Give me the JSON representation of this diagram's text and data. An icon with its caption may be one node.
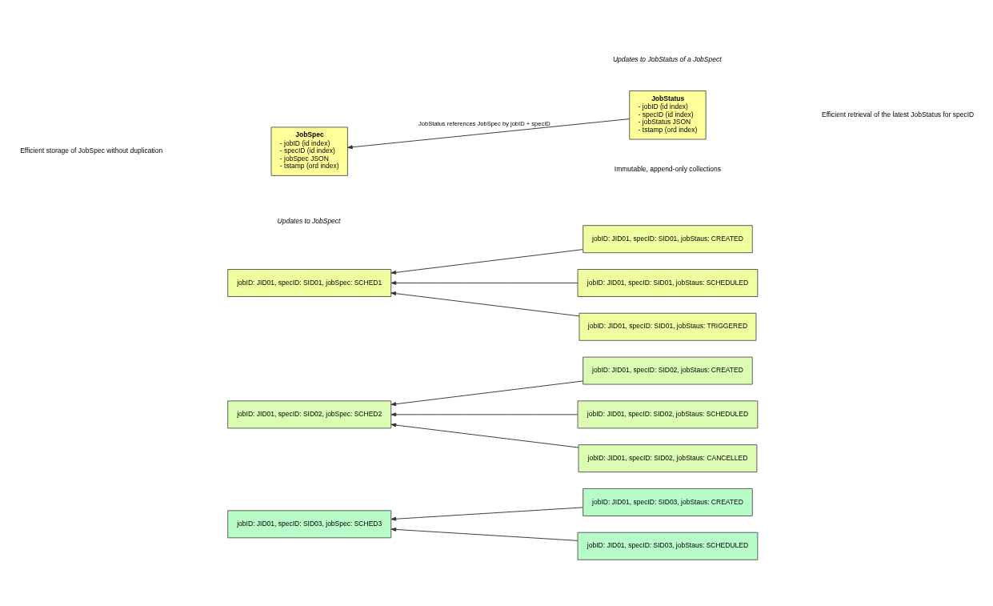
{
  "diagram": {
    "nodes": [
      {
        "text": [
          "JobSpec",
          "- jobID (id index)",
          "- specID (id index)",
          "- jobSpec JSON",
          "- tstamp (ord index)"
        ]
      },
      {
        "text": [
          "JobStatus",
          "- jobID (id index)",
          "- specID (id index)",
          "- jobStatus JSON",
          "- tstamp (ord index)"
        ]
      },
      {
        "text": [
          "jobID: JID01, specID: SID01, jobSpec: SCHED1"
        ]
      },
      {
        "text": [
          "jobID: JID01, specID: SID01, jobStaus: CREATED"
        ]
      },
      {
        "text": [
          "jobID: JID01, specID: SID01, jobStaus: SCHEDULED"
        ]
      },
      {
        "text": [
          "jobID: JID01, specID: SID01, jobStaus: TRIGGERED"
        ]
      },
      {
        "text": [
          "jobID: JID01, specID: SID02, jobSpec: SCHED2"
        ]
      },
      {
        "text": [
          "jobID: JID01, specID: SID02, jobStaus: CREATED"
        ]
      },
      {
        "text": [
          "jobID: JID01, specID: SID02, jobStaus: SCHEDULED"
        ]
      },
      {
        "text": [
          "jobID: JID01, specID: SID02, jobStaus: CANCELLED"
        ]
      },
      {
        "text": [
          "jobID: JID01, specID: SID03, jobSpec: SCHED3"
        ]
      },
      {
        "text": [
          "jobID: JID01, specID: SID03, jobStaus: CREATED"
        ]
      },
      {
        "text": [
          "jobID: JID01, specID: SID03, jobStaus: SCHEDULED"
        ]
      }
    ],
    "edges": [
      {
        "from": 1,
        "to": 0,
        "arrow": "to",
        "label": "JobStatus references JobSpec by jobID + specID"
      },
      {
        "from": 3,
        "to": 2,
        "arrow": "to"
      },
      {
        "from": 4,
        "to": 2,
        "arrow": "to"
      },
      {
        "from": 5,
        "to": 2,
        "arrow": "to"
      },
      {
        "from": 7,
        "to": 6,
        "arrow": "to"
      },
      {
        "from": 8,
        "to": 6,
        "arrow": "to"
      },
      {
        "from": 9,
        "to": 6,
        "arrow": "to"
      },
      {
        "from": 11,
        "to": 10,
        "arrow": "to"
      },
      {
        "from": 12,
        "to": 10,
        "arrow": "to"
      }
    ],
    "labels": [
      "Immutable, append-only collections",
      "Updates to JobSpect",
      "Efficient storage of JobSpec without duplication",
      "Updates to JobStatus of a JobSpect",
      "Efficient retrieval of the latest JobStatus for specID"
    ]
  }
}
